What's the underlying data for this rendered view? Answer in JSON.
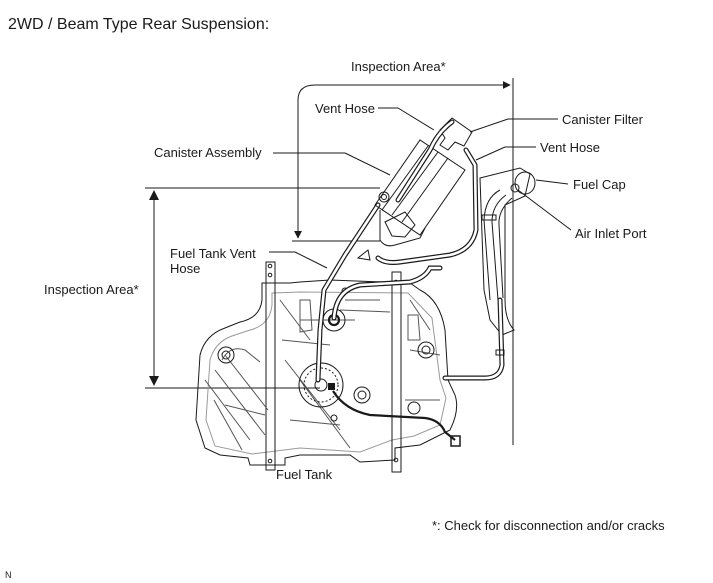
{
  "title": "2WD / Beam Type Rear Suspension:",
  "labels": {
    "inspection_area_top": "Inspection Area*",
    "inspection_area_left": "Inspection Area*",
    "vent_hose_upper": "Vent Hose",
    "canister_filter": "Canister Filter",
    "vent_hose_right": "Vent Hose",
    "canister_assembly": "Canister Assembly",
    "fuel_cap": "Fuel Cap",
    "air_inlet_port": "Air Inlet Port",
    "fuel_tank_vent_hose_line1": "Fuel Tank Vent",
    "fuel_tank_vent_hose_line2": "Hose",
    "fuel_tank": "Fuel Tank"
  },
  "footnote": "*: Check for disconnection and/or cracks",
  "corner_tag": "N",
  "colors": {
    "line": "#1a1a1a",
    "background": "#ffffff"
  }
}
